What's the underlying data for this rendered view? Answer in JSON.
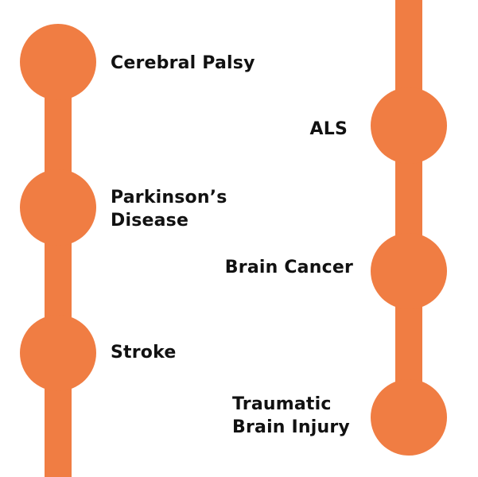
{
  "colors": {
    "accent": "#F07D43",
    "text": "#111111",
    "background": "#FFFFFF"
  },
  "left_column": {
    "items": [
      {
        "lines": [
          "Cerebral Palsy"
        ]
      },
      {
        "lines": [
          "Parkinson’s",
          "Disease"
        ]
      },
      {
        "lines": [
          "Stroke"
        ]
      }
    ]
  },
  "right_column": {
    "items": [
      {
        "lines": [
          "ALS"
        ]
      },
      {
        "lines": [
          "Brain Cancer"
        ]
      },
      {
        "lines": [
          "Traumatic",
          "Brain Injury"
        ]
      }
    ]
  }
}
